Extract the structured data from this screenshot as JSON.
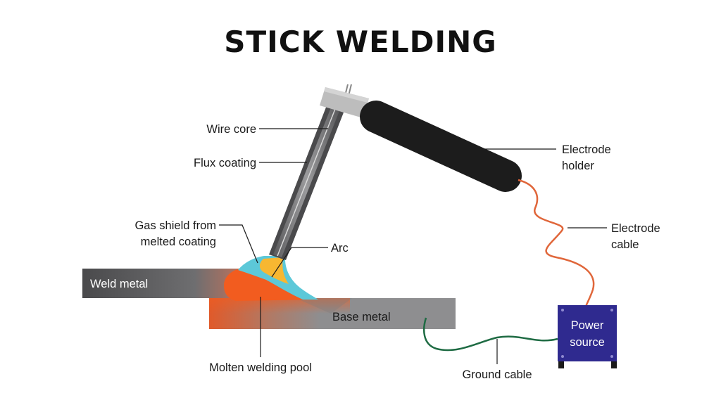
{
  "title": "STICK WELDING",
  "labels": {
    "wire_core": "Wire core",
    "flux_coating": "Flux coating",
    "gas_shield_line1": "Gas shield from",
    "gas_shield_line2": "melted coating",
    "arc": "Arc",
    "weld_metal": "Weld metal",
    "base_metal": "Base metal",
    "molten_pool": "Molten welding pool",
    "electrode_holder_line1": "Electrode",
    "electrode_holder_line2": "holder",
    "electrode_cable_line1": "Electrode",
    "electrode_cable_line2": "cable",
    "power_source_line1": "Power",
    "power_source_line2": "source",
    "ground_cable": "Ground cable"
  },
  "colors": {
    "electrode_cable": "#e0663a",
    "ground_cable": "#1e6b43",
    "power_source": "#2f2a8f",
    "holder": "#1c1c1c",
    "gas_shield": "#5cc8d8",
    "arc": "#f7b731",
    "molten_pool": "#f25c1f",
    "metal": "#8a8a8c"
  }
}
